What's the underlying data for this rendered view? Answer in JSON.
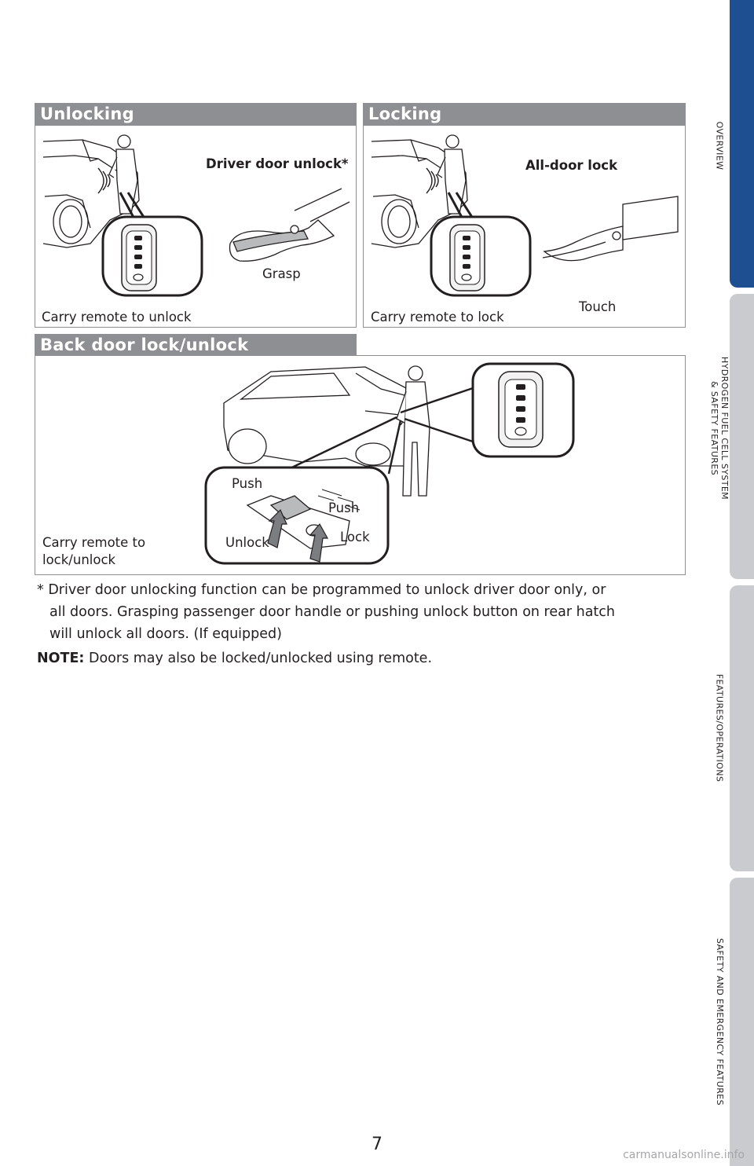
{
  "sections": {
    "unlocking": {
      "title": "Unlocking",
      "label": "Driver door unlock*",
      "action": "Grasp",
      "caption": "Carry remote to unlock"
    },
    "locking": {
      "title": "Locking",
      "label": "All-door lock",
      "action": "Touch",
      "caption": "Carry remote to lock"
    },
    "back_door": {
      "title": "Back door lock/unlock",
      "push_left": "Push",
      "push_right": "Push",
      "unlock": "Unlock",
      "lock": "Lock",
      "caption_line1": "Carry remote to",
      "caption_line2": "lock/unlock"
    }
  },
  "footnote": {
    "marker": "*",
    "line1": "Driver door unlocking function can be programmed to unlock driver door only, or",
    "line2": "all doors. Grasping passenger door handle or pushing unlock button on rear hatch",
    "line3": "will unlock all doors. (If equipped)"
  },
  "note": {
    "label": "NOTE:",
    "text": "Doors may also be locked/unlocked using remote."
  },
  "side_tabs": [
    {
      "line1": "OVERVIEW",
      "line2": "",
      "active": true
    },
    {
      "line1": "HYDROGEN FUEL CELL SYSTEM",
      "line2": "& SAFETY FEATURES",
      "active": false
    },
    {
      "line1": "FEATURES/OPERATIONS",
      "line2": "",
      "active": false
    },
    {
      "line1": "SAFETY AND EMERGENCY FEATURES",
      "line2": "",
      "active": false
    }
  ],
  "page_number": "7",
  "watermark": "carmanualsonline.info",
  "colors": {
    "header_bar": "#8e8f92",
    "active_tab": "#1d4f91",
    "inactive_tab": "#c9cbcf"
  }
}
